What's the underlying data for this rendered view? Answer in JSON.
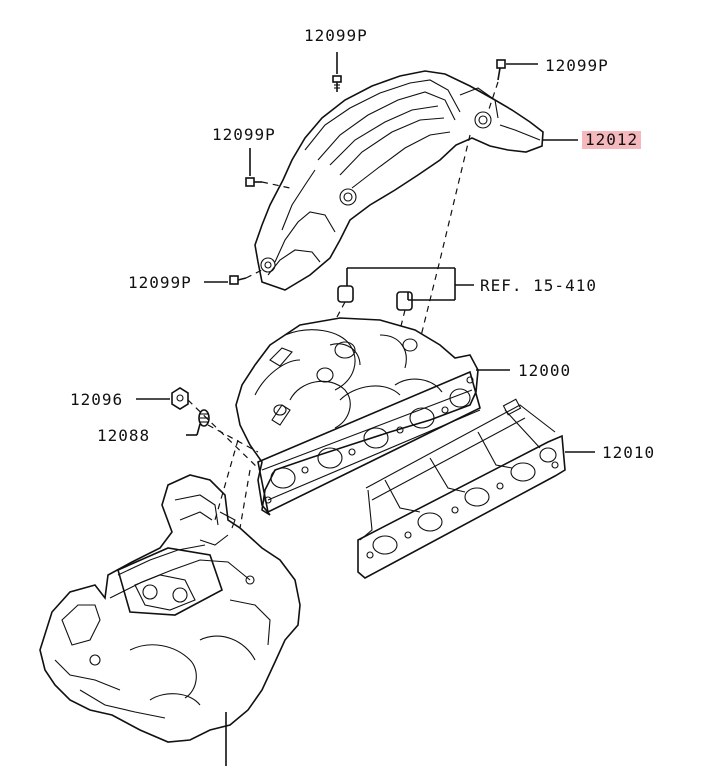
{
  "labels": {
    "bolt_top": "12099P",
    "bolt_right": "12099P",
    "bolt_left_upper": "12099P",
    "bolt_left_lower": "12099P",
    "heat_shield": "12012",
    "reference": "REF. 15-410",
    "exhaust_manifold": "12000",
    "nut": "12096",
    "stud": "12088",
    "gasket": "12010"
  },
  "colors": {
    "highlight": "#f4b8bd",
    "ink": "#111111",
    "background": "#ffffff"
  }
}
